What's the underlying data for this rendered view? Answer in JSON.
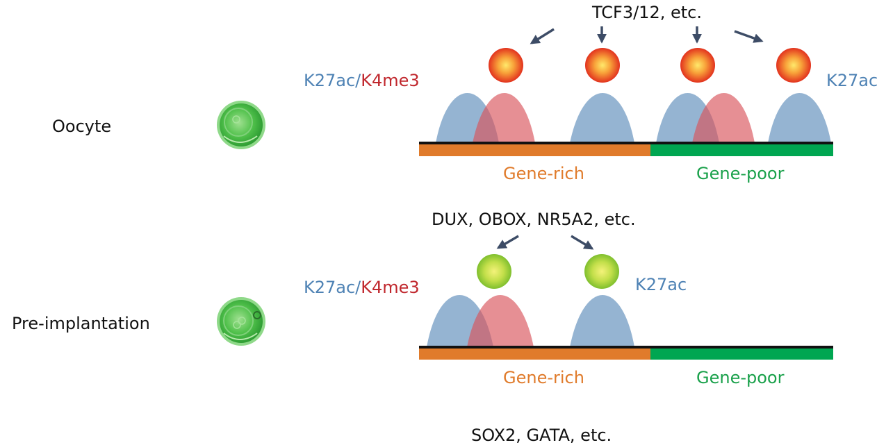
{
  "colors": {
    "k27ac": "#4e82b4",
    "k4me3": "#c0272d",
    "gene_rich": "#e07b2b",
    "gene_poor": "#00a651",
    "arrow": "#3d4c66"
  },
  "panels": [
    {
      "stage": "Oocyte",
      "factors": "TCF3/12, etc.",
      "mark_left_a": "K27ac/",
      "mark_left_b": "K4me3",
      "mark_right": "K27ac",
      "gene_rich": "Gene-rich",
      "gene_poor": "Gene-poor",
      "factor_icon": "orange-sphere-icon",
      "cell_icon": "oocyte-cell-icon"
    },
    {
      "stage": "Pre-implantation",
      "factors": "DUX, OBOX, NR5A2, etc.",
      "mark_left_a": "K27ac/",
      "mark_left_b": "K4me3",
      "mark_right": "K27ac",
      "gene_rich": "Gene-rich",
      "gene_poor": "Gene-poor",
      "factor_icon": "green-sphere-icon",
      "cell_icon": "embryo-cell-icon"
    },
    {
      "factors": "SOX2, GATA, etc."
    }
  ]
}
